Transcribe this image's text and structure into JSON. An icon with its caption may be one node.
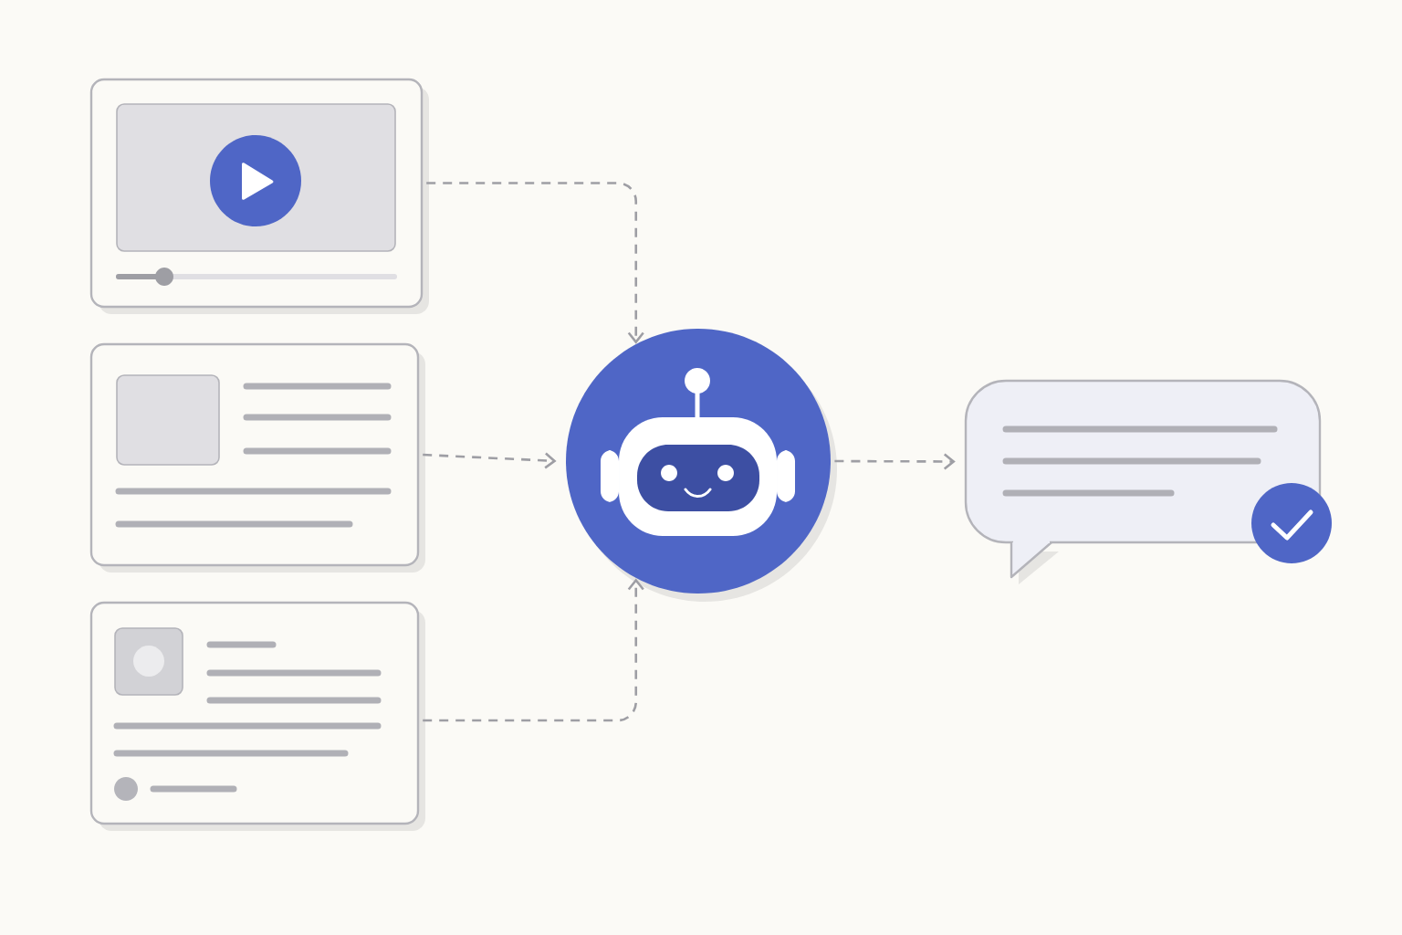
{
  "diagram": {
    "nodes": [
      {
        "text": [],
        "shape": "box"
      },
      {
        "text": [],
        "shape": "box"
      },
      {
        "text": [],
        "shape": "box"
      },
      {
        "text": [],
        "shape": "circle"
      },
      {
        "text": [],
        "shape": "bubble"
      }
    ],
    "edges": [
      {
        "from": 0,
        "to": 3,
        "arrow": "to",
        "style": "dashed"
      },
      {
        "from": 1,
        "to": 3,
        "arrow": "to",
        "style": "dashed"
      },
      {
        "from": 2,
        "to": 3,
        "arrow": "to",
        "style": "dashed"
      },
      {
        "from": 3,
        "to": 4,
        "arrow": "to",
        "style": "dashed"
      }
    ]
  }
}
